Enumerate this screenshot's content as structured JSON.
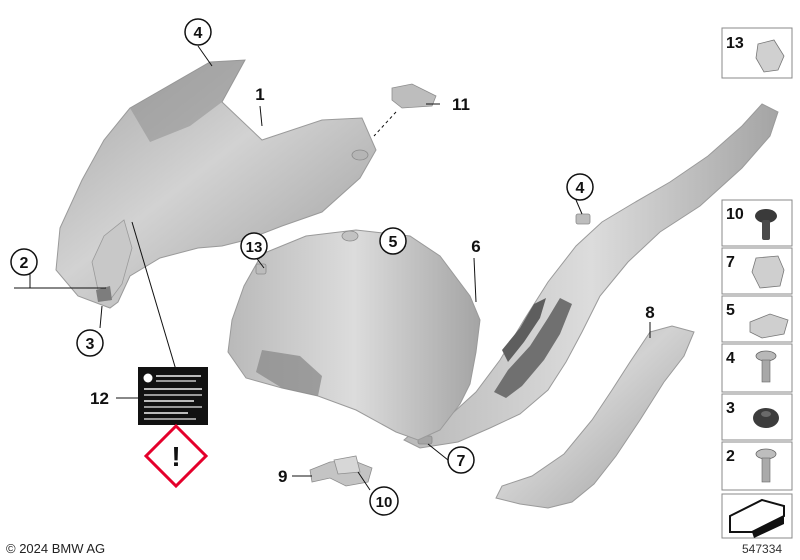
{
  "callouts": {
    "c1": "1",
    "c2": "2",
    "c3": "3",
    "c4a": "4",
    "c4b": "4",
    "c5": "5",
    "c6": "6",
    "c7": "7",
    "c8": "8",
    "c9": "9",
    "c10": "10",
    "c11": "11",
    "c12": "12",
    "c13": "13"
  },
  "legend": {
    "l13": "13",
    "l10": "10",
    "l7": "7",
    "l5": "5",
    "l4": "4",
    "l3": "3",
    "l2": "2"
  },
  "warning_symbol": "!",
  "copyright": "© 2024 BMW AG",
  "document_number": "547334"
}
